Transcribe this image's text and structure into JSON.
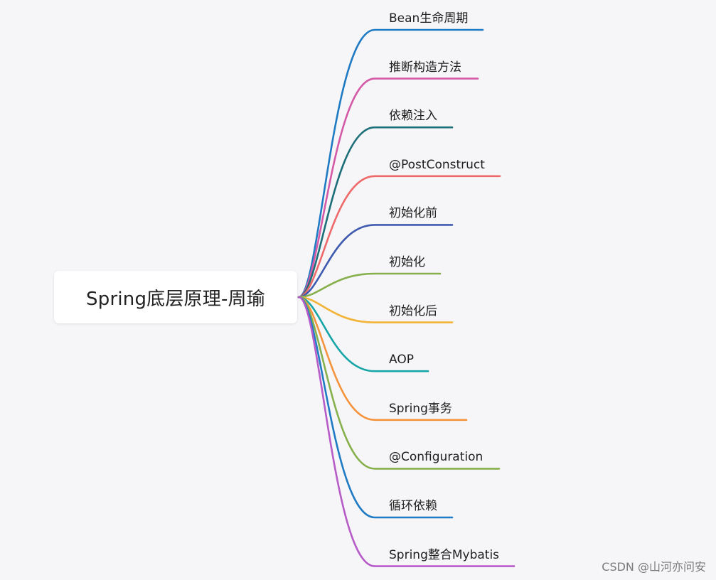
{
  "root": {
    "label": "Spring底层原理-周瑜"
  },
  "branches": [
    {
      "label": "Bean生命周期",
      "color": "#1f7bc4"
    },
    {
      "label": "推断构造方法",
      "color": "#d45aa8"
    },
    {
      "label": "依赖注入",
      "color": "#1c6e78"
    },
    {
      "label": "@PostConstruct",
      "color": "#ee6a6a"
    },
    {
      "label": "初始化前",
      "color": "#3f5bb0"
    },
    {
      "label": "初始化",
      "color": "#86b04b"
    },
    {
      "label": "初始化后",
      "color": "#f2b336"
    },
    {
      "label": "AOP",
      "color": "#17a6a8"
    },
    {
      "label": "Spring事务",
      "color": "#f4933b"
    },
    {
      "label": "@Configuration",
      "color": "#86b04b"
    },
    {
      "label": "循环依赖",
      "color": "#1f7bc4"
    },
    {
      "label": "Spring整合Mybatis",
      "color": "#b65cc8"
    }
  ],
  "watermark": "CSDN @山河亦问安"
}
